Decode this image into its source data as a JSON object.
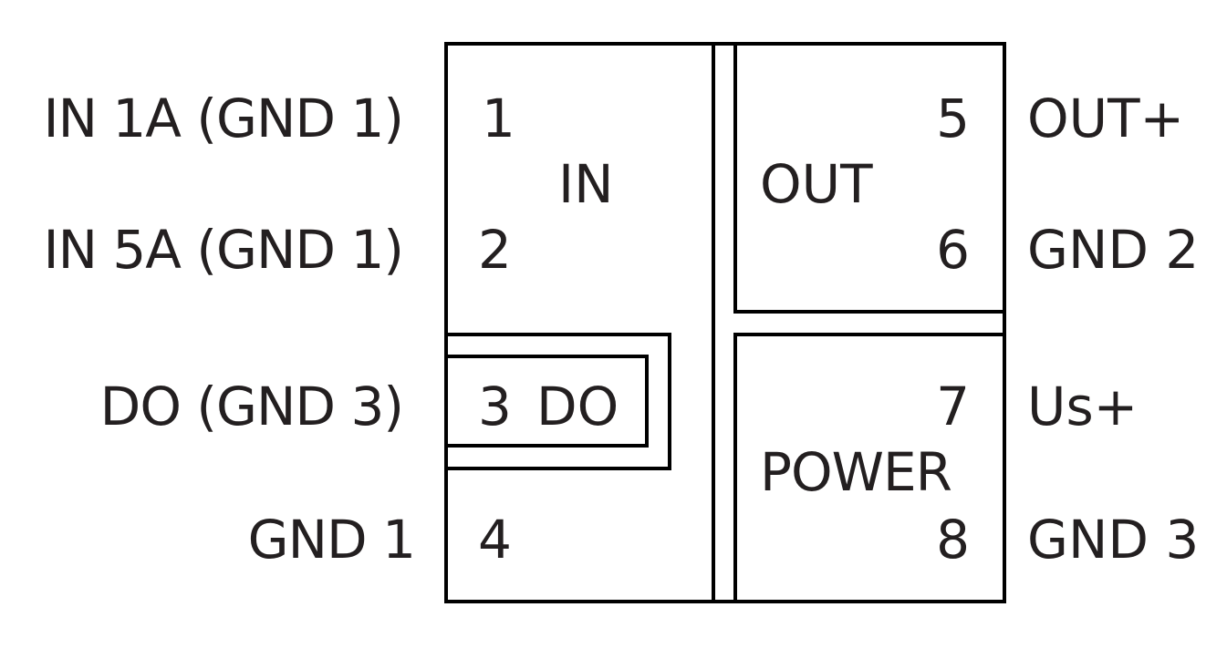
{
  "diagram": {
    "title": "Terminal pin assignment",
    "line_color": "#000000",
    "text_color": "#231f20",
    "blocks": {
      "in": {
        "label": "IN",
        "pins": [
          "1",
          "2",
          "4"
        ]
      },
      "do": {
        "label": "DO",
        "pin": "3"
      },
      "out": {
        "label": "OUT",
        "pins": [
          "5",
          "6"
        ]
      },
      "power": {
        "label": "POWER",
        "pins": [
          "7",
          "8"
        ]
      }
    },
    "pins": [
      {
        "number": "1",
        "block": "IN",
        "signal": "IN 1A (GND 1)",
        "side": "left"
      },
      {
        "number": "2",
        "block": "IN",
        "signal": "IN 5A (GND 1)",
        "side": "left"
      },
      {
        "number": "3",
        "block": "DO",
        "signal": "DO (GND 3)",
        "side": "left"
      },
      {
        "number": "4",
        "block": "IN",
        "signal": "GND 1",
        "side": "left"
      },
      {
        "number": "5",
        "block": "OUT",
        "signal": "OUT+",
        "side": "right"
      },
      {
        "number": "6",
        "block": "OUT",
        "signal": "GND 2",
        "side": "right"
      },
      {
        "number": "7",
        "block": "POWER",
        "signal": "Us+",
        "side": "right"
      },
      {
        "number": "8",
        "block": "POWER",
        "signal": "GND 3",
        "side": "right"
      }
    ]
  }
}
